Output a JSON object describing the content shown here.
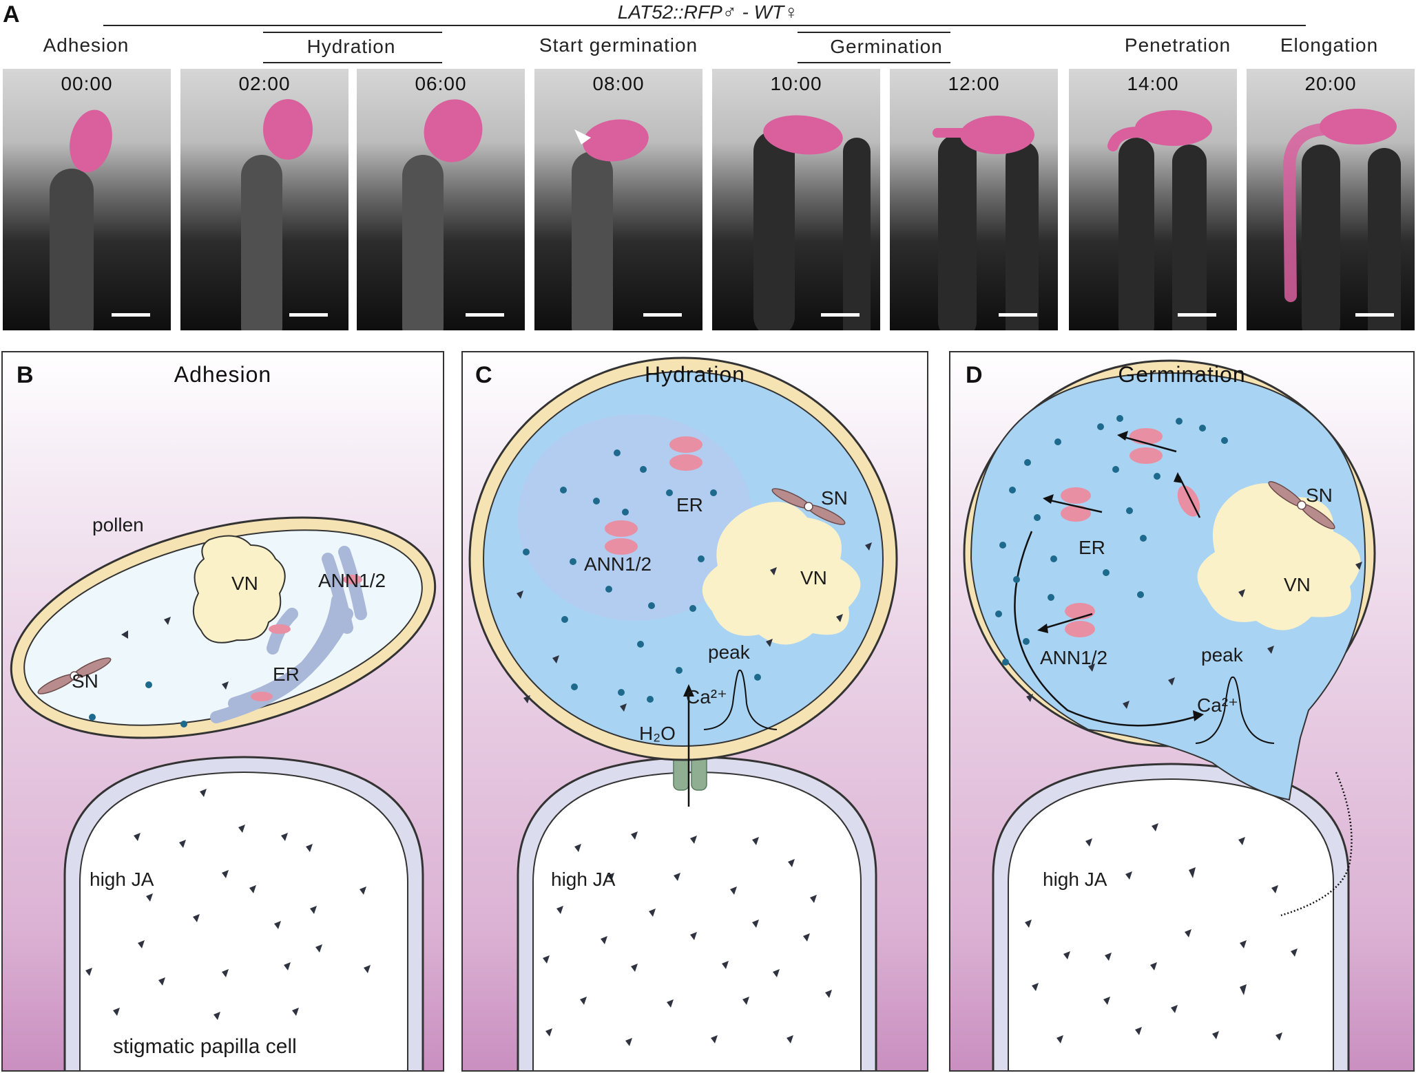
{
  "panel_a": {
    "letter": "A",
    "genotype_label": "LAT52::RFP♂ - WT♀",
    "stages": {
      "adhesion": "Adhesion",
      "hydration": "Hydration",
      "start_germination": "Start germination",
      "germination": "Germination",
      "penetration": "Penetration",
      "elongation": "Elongation"
    },
    "frames": [
      {
        "time": "00:00"
      },
      {
        "time": "02:00"
      },
      {
        "time": "06:00"
      },
      {
        "time": "08:00"
      },
      {
        "time": "10:00"
      },
      {
        "time": "12:00"
      },
      {
        "time": "14:00"
      },
      {
        "time": "20:00"
      }
    ],
    "colors": {
      "pollen_rfp": "#d9609d",
      "papilla": "#4a4a4a"
    }
  },
  "panel_b": {
    "letter": "B",
    "title": "Adhesion",
    "labels": {
      "pollen": "pollen",
      "vn": "VN",
      "ann": "ANN1/2",
      "er": "ER",
      "sn": "SN",
      "high_ja": "high JA",
      "papilla": "stigmatic papilla cell"
    }
  },
  "panel_c": {
    "letter": "C",
    "title": "Hydration",
    "labels": {
      "er": "ER",
      "sn": "SN",
      "ann": "ANN1/2",
      "vn": "VN",
      "peak": "peak",
      "ca": "Ca²⁺",
      "h2o": "H₂O",
      "high_ja": "high JA"
    }
  },
  "panel_d": {
    "letter": "D",
    "title": "Germination",
    "labels": {
      "sn": "SN",
      "er": "ER",
      "vn": "VN",
      "ann": "ANN1/2",
      "peak": "peak",
      "ca": "Ca²⁺",
      "high_ja": "high JA"
    }
  },
  "colors": {
    "cytoplasm_blue": "#a9d3f2",
    "pollen_wall": "#f6e3b4",
    "vegetative_nucleus": "#fbf1c8",
    "annexin_pink": "#e88fa3",
    "calcium_dot": "#1e6a8c",
    "ja_triangle": "#2f3340",
    "background_pink": "#dcb2d4"
  }
}
